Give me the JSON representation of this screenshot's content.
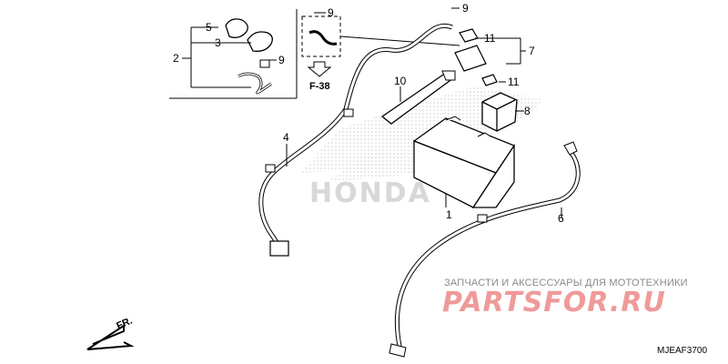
{
  "callouts": {
    "c1": "1",
    "c2": "2",
    "c3": "3",
    "c4": "4",
    "c5": "5",
    "c6": "6",
    "c7": "7",
    "c8": "8",
    "c9a": "9",
    "c9b": "9",
    "c9c": "9",
    "c10": "10",
    "c11a": "11",
    "c11b": "11"
  },
  "reference_label": "F-38",
  "front_label": "FR.",
  "watermark": {
    "text_line": "ЗАПЧАСТИ И АКСЕССУАРЫ ДЛЯ МОТОТЕХНИКИ",
    "logo": "PARTSFOR.RU",
    "brand_background": "HONDA"
  },
  "diagram_code": "MJEAF3700",
  "colors": {
    "line": "#000000",
    "watermark_gray": "#8a8a8a",
    "watermark_red": "#ef9a9a",
    "honda_dots": "#d8d8d8"
  }
}
